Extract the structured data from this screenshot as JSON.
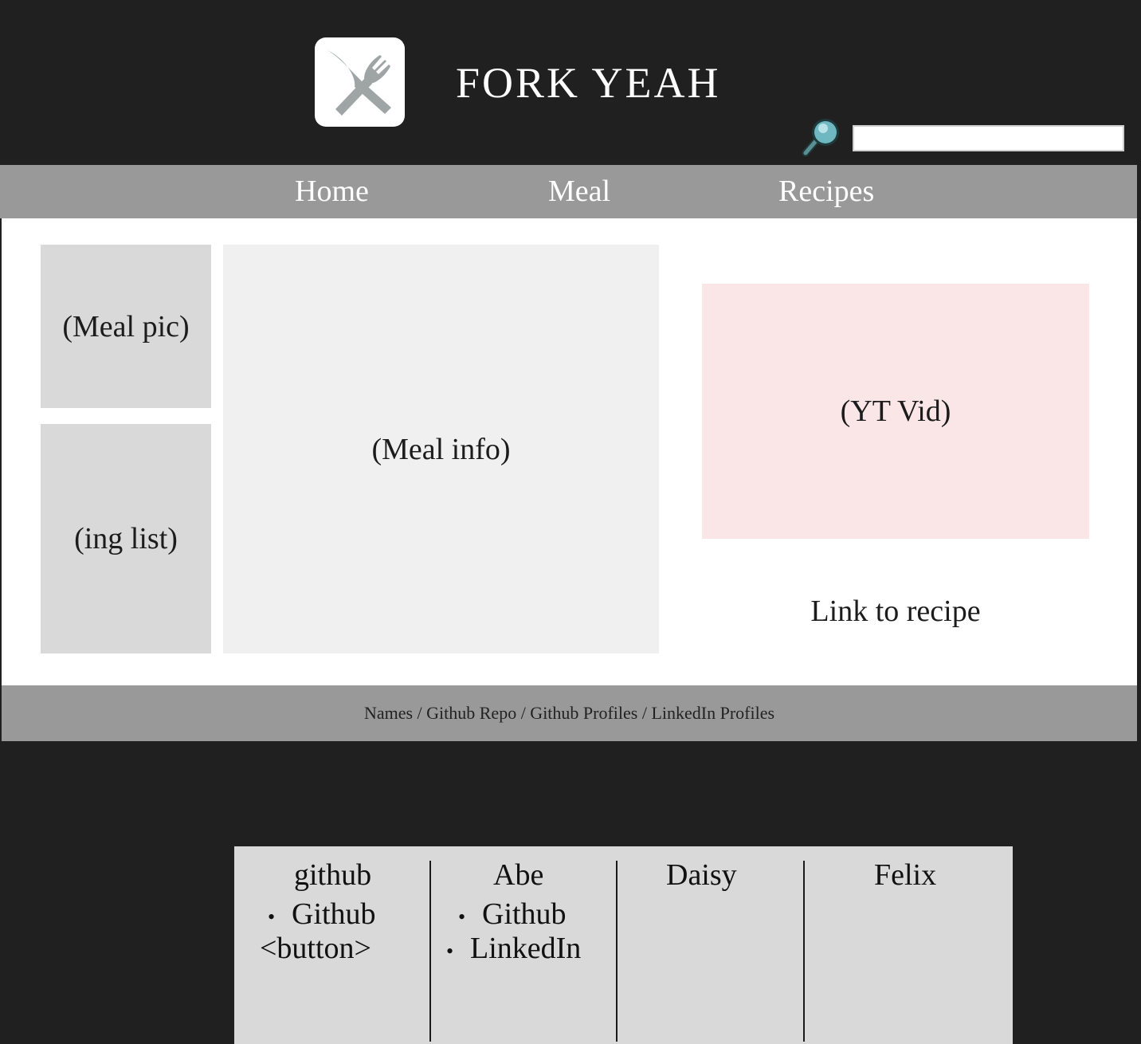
{
  "header": {
    "title": "FORK YEAH",
    "logo_icon": "fork-knife-icon",
    "search": {
      "icon": "magnifier-icon",
      "value": "",
      "placeholder": ""
    }
  },
  "nav": {
    "items": [
      {
        "label": "Home"
      },
      {
        "label": "Meal"
      },
      {
        "label": "Recipes"
      }
    ]
  },
  "main": {
    "meal_pic": "(Meal pic)",
    "ing_list": "(ing list)",
    "meal_info": "(Meal info)",
    "yt_vid": "(YT Vid)",
    "recipe_link": "Link to recipe"
  },
  "footer": {
    "text": "Names / Github Repo / Github Profiles / LinkedIn Profiles"
  },
  "team": {
    "columns": [
      {
        "heading": "github",
        "lines": [
          "Github"
        ],
        "extra": "<button>"
      },
      {
        "heading": "Abe",
        "lines": [
          "Github",
          "LinkedIn"
        ]
      },
      {
        "heading": "Daisy"
      },
      {
        "heading": "Felix"
      }
    ]
  },
  "colors": {
    "background": "#202020",
    "nav_bar": "#999999",
    "panel_gray": "#d9d9d9",
    "info_gray": "#f0f0f0",
    "video_pink": "#fae6e6"
  }
}
